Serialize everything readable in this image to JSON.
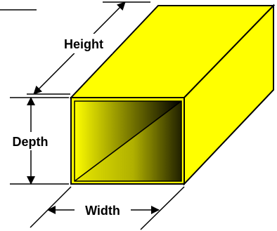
{
  "diagram": {
    "labels": {
      "height": "Height",
      "depth": "Depth",
      "width": "Width"
    },
    "colors": {
      "box_fill": "#ffff00",
      "outline": "#000000",
      "gradient_start": "#ffff00",
      "gradient_end": "#000000",
      "background": "#ffffff"
    }
  }
}
